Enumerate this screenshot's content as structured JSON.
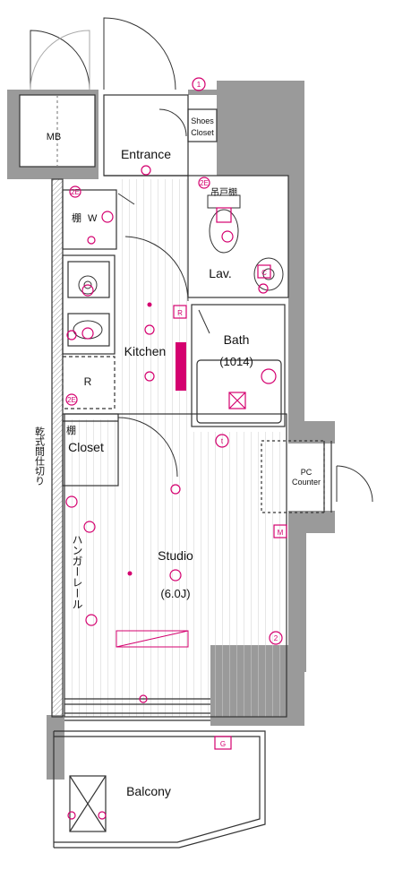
{
  "colors": {
    "wall": "#9a9a9a",
    "line": "#333333",
    "accent": "#d4006f",
    "hatch": "#bbbbbb"
  },
  "rooms": {
    "mb": "MB",
    "shoes_closet_line1": "Shoes",
    "shoes_closet_line2": "Closet",
    "entrance": "Entrance",
    "tana_w_shelf": "棚",
    "tana_w_w": "W",
    "kitchen": "Kitchen",
    "r": "R",
    "tana_closet": "棚",
    "closet": "Closet",
    "lav": "Lav.",
    "tsuritodana": "吊戸棚",
    "bath": "Bath",
    "bath_size": "(1014)",
    "pc_counter_line1": "PC",
    "pc_counter_line2": "Counter",
    "studio": "Studio",
    "studio_size": "(6.0J)",
    "hanger_rail": "ハンガーレール",
    "drying_partition": "乾式間仕切り",
    "balcony": "Balcony"
  },
  "symbols": {
    "r_box": "R",
    "m_box": "M",
    "g_box": "G",
    "c_box": "C",
    "one": "1",
    "two": "2",
    "t_outlet": "t",
    "two_e": "2E"
  }
}
